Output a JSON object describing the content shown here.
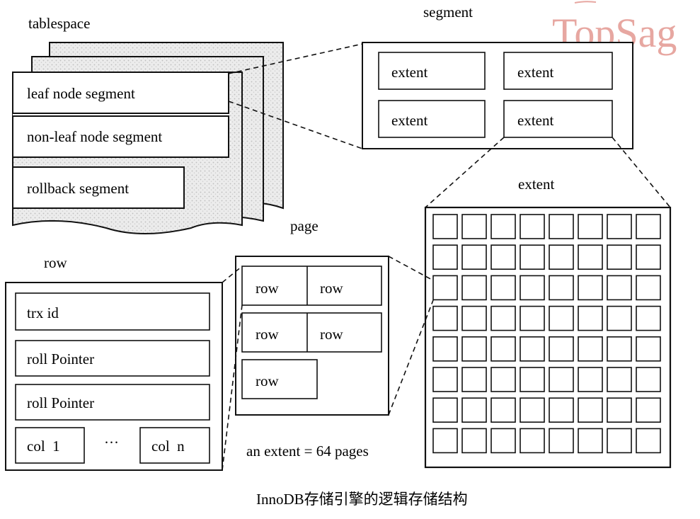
{
  "colors": {
    "ink": "#111111",
    "watermark": "#e7a7a1",
    "shading": "#d7d7d7"
  },
  "watermark": {
    "text": "TopSag"
  },
  "tablespace": {
    "title": "tablespace",
    "segments": [
      "leaf node segment",
      "non-leaf node segment",
      "rollback segment"
    ]
  },
  "segment": {
    "title": "segment",
    "extents": [
      "extent",
      "extent",
      "extent",
      "extent"
    ]
  },
  "extent": {
    "title": "extent",
    "grid": {
      "rows": 8,
      "columns": 8
    }
  },
  "page": {
    "title": "page",
    "rows": [
      "row",
      "row",
      "row",
      "row",
      "row"
    ],
    "note": "an extent = 64 pages"
  },
  "row": {
    "title": "row",
    "fields": [
      "trx id",
      "roll Pointer",
      "roll Pointer"
    ],
    "col_first": "col  1",
    "ellipsis": "···",
    "col_last": "col  n"
  },
  "caption": "InnoDB存储引擎的逻辑存储结构"
}
